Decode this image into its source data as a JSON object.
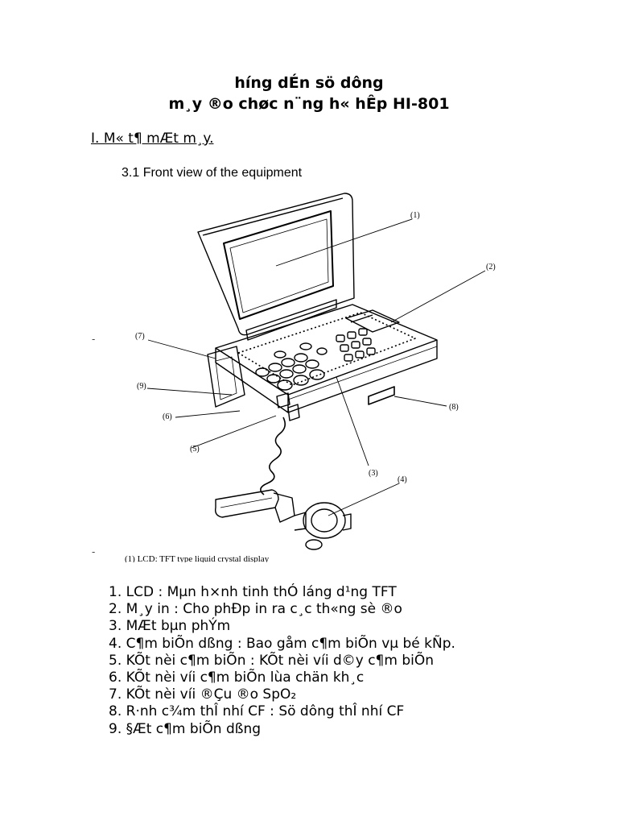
{
  "document": {
    "title_line1": "h­íng dÉn sö dông",
    "title_line2": "m¸y ®o chøc n¨ng h« hÊp HI-801",
    "section_heading": "I. M« t¶ mÆt m¸y."
  },
  "figure": {
    "caption": "3.1 Front view of the equipment",
    "footer": "(1) LCD: TFT type liquid crystal display",
    "callouts": [
      "(1)",
      "(2)",
      "(3)",
      "(4)",
      "(5)",
      "(6)",
      "(7)",
      "(8)",
      "(9)"
    ]
  },
  "parts_list": [
    {
      "num": "1.",
      "text": "LCD : Mµn h×nh tinh thÓ láng d¹ng TFT"
    },
    {
      "num": "2.",
      "text": "M¸y in : Cho phÐp in ra c¸c th«ng sè ®o"
    },
    {
      "num": "3.",
      "text": "MÆt bµn phÝm"
    },
    {
      "num": "4.",
      "text": "C¶m biÕn dßng : Bao gåm c¶m biÕn vµ bé kÑp."
    },
    {
      "num": "5.",
      "text": "KÕt nèi c¶m biÕn : KÕt nèi víi d©y c¶m biÕn"
    },
    {
      "num": "6.",
      "text": "KÕt nèi víi c¶m biÕn lùa chän kh¸c"
    },
    {
      "num": "7.",
      "text": "KÕt nèi víi ®Çu ®o SpO₂"
    },
    {
      "num": "8.",
      "text": "R·nh c¾m thÎ nhí CF : Sö dông thÎ nhí CF"
    },
    {
      "num": "9.",
      "text": "§Æt c¶m biÕn dßng"
    }
  ]
}
